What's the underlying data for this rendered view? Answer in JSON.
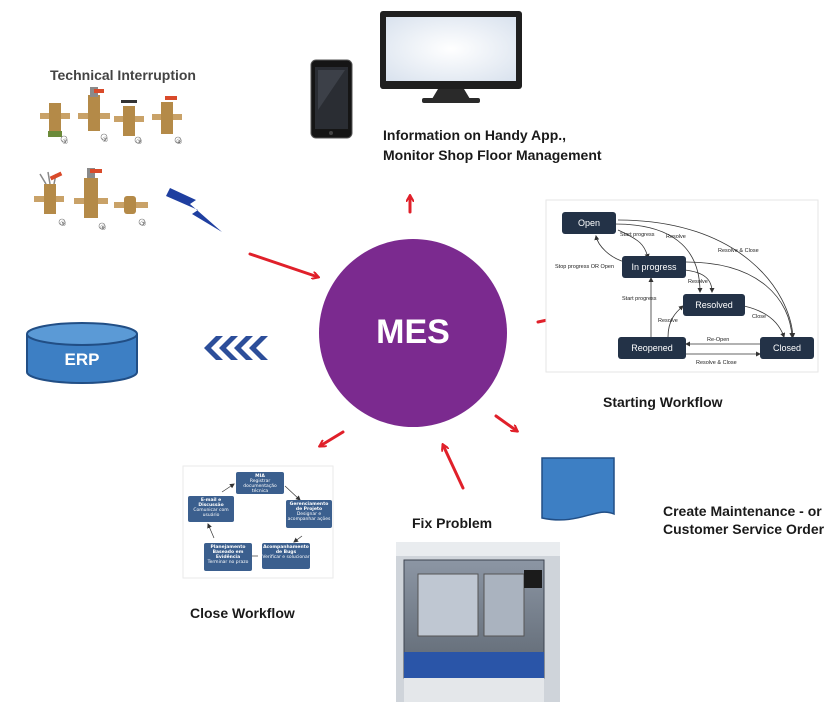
{
  "center": {
    "label": "MES",
    "color": "#7b2a8f"
  },
  "erp": {
    "label": "ERP",
    "color": "#3d7fc4"
  },
  "technical_interruption": {
    "title": "Technical Interruption",
    "markers": [
      "①",
      "②",
      "③",
      "④",
      "⑤",
      "⑥",
      "⑦"
    ]
  },
  "information": {
    "line1": "Information on Handy App.,",
    "line2": "Monitor Shop Floor Management"
  },
  "starting_workflow": {
    "title": "Starting Workflow",
    "nodes": [
      "Open",
      "In progress",
      "Resolved",
      "Reopened",
      "Closed"
    ],
    "edges": [
      "Start progress",
      "Resolve",
      "Resolve & Close",
      "Stop progress OR Open",
      "Resolve",
      "Start progress",
      "Resolve",
      "Close",
      "Re-Open",
      "Resolve & Close"
    ]
  },
  "create_order": {
    "line1": "Create Maintenance - or",
    "line2": "Customer Service Order"
  },
  "fix_problem": {
    "title": "Fix Problem"
  },
  "close_workflow": {
    "title": "Close Workflow",
    "boxes": [
      {
        "title": "MIA",
        "sub": "Registrar documentação técnica"
      },
      {
        "title": "Gerenciamento de Projeto",
        "sub": "Designar e acompanhar ações"
      },
      {
        "title": "Acompanhamento de Bugs",
        "sub": "Verificar e solucionar"
      },
      {
        "title": "Planejamento Baseado em Evidência",
        "sub": "Terminar no prazo"
      },
      {
        "title": "E-mail e Discussão",
        "sub": "Comunicar com usuário"
      }
    ]
  },
  "colors": {
    "arrow_red": "#e0202a",
    "node_dark": "#233247",
    "icon_blue": "#3d7fc4"
  }
}
